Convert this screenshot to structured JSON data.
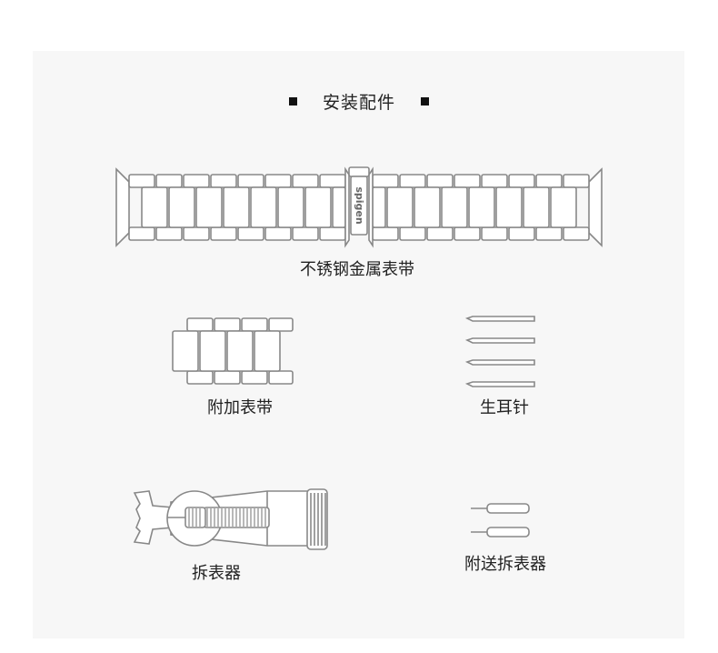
{
  "heading": {
    "title": "安装配件"
  },
  "items": {
    "band": {
      "label": "不锈钢金属表带",
      "brand": "spigen"
    },
    "extra_links": {
      "label": "附加表带"
    },
    "spring_bars": {
      "label": "生耳针"
    },
    "remover_tool": {
      "label": "拆表器"
    },
    "gift_remover": {
      "label": "附送拆表器"
    }
  },
  "icons": [
    "band-icon",
    "extra-links-icon",
    "spring-bars-icon",
    "link-remover-tool-icon",
    "pin-tools-icon"
  ]
}
